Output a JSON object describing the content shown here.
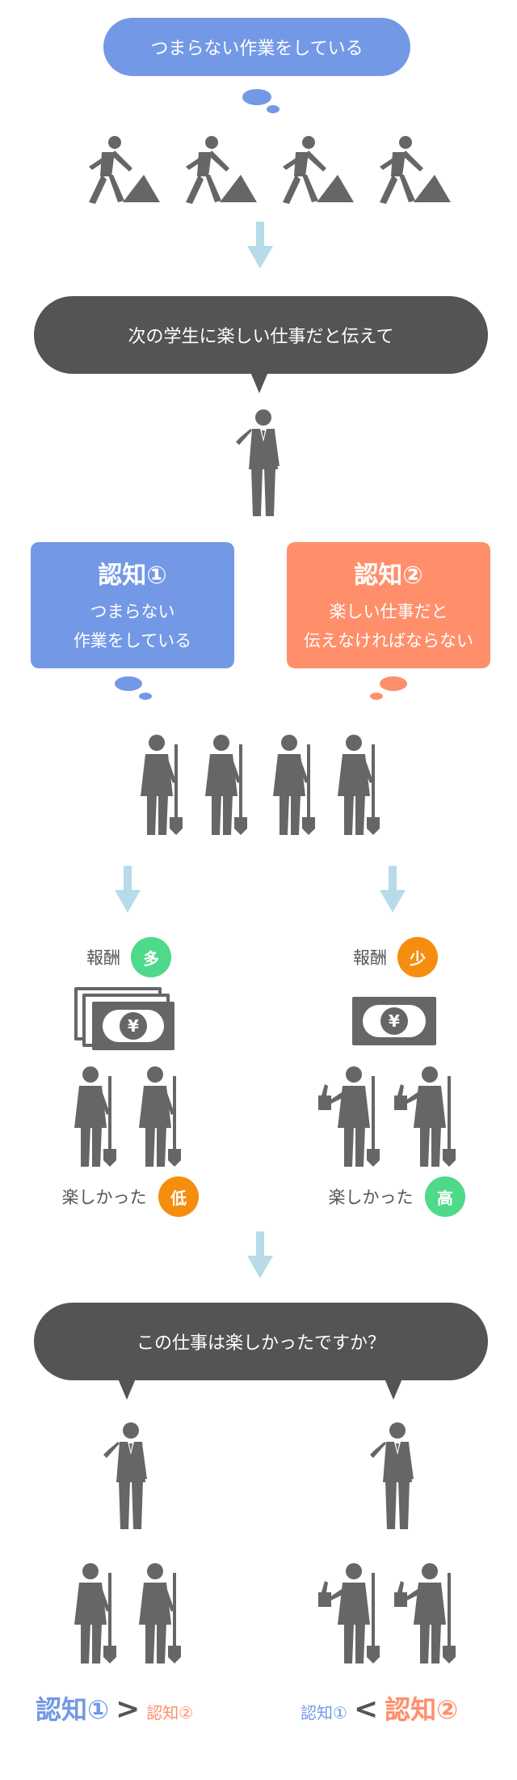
{
  "top": {
    "bubble_text": "つまらない作業をしている"
  },
  "boss_speech_1": "次の学生に楽しい仕事だと伝えて",
  "cognition_1": {
    "title": "認知①",
    "line1": "つまらない",
    "line2": "作業をしている"
  },
  "cognition_2": {
    "title": "認知②",
    "line1": "楽しい仕事だと",
    "line2": "伝えなければならない"
  },
  "left_branch": {
    "reward_label": "報酬",
    "reward_badge": "多",
    "fun_label": "楽しかった",
    "fun_badge": "低"
  },
  "right_branch": {
    "reward_label": "報酬",
    "reward_badge": "少",
    "fun_label": "楽しかった",
    "fun_badge": "高"
  },
  "yen_symbol": "¥",
  "boss_speech_2": "この仕事は楽しかったですか？",
  "result_left": {
    "big": "認知①",
    "op": ">",
    "small": "認知②"
  },
  "result_right": {
    "small": "認知①",
    "op": "<",
    "big": "認知②"
  },
  "colors": {
    "blue": "#7399e6",
    "orange": "#ff8f6b",
    "green": "#4fd98a",
    "amber": "#f58d0f",
    "dark": "#545454",
    "figure": "#666666",
    "arrow": "#b7dbe9"
  }
}
